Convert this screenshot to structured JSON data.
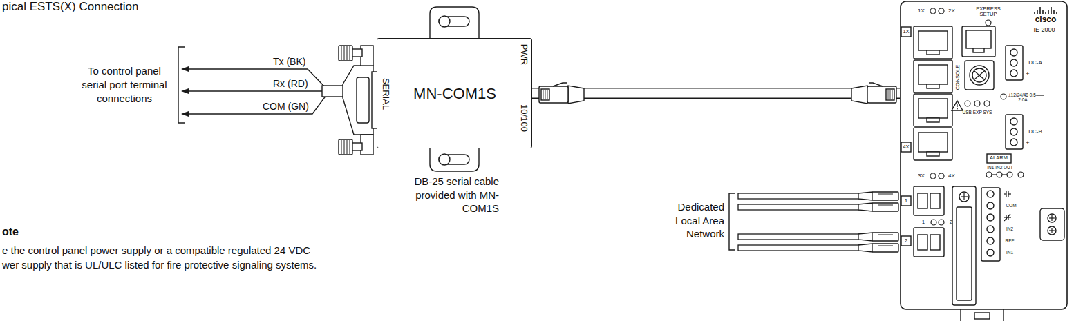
{
  "diagram": {
    "title": "pical ESTS(X) Connection",
    "nodes": [
      {
        "text": [
          "SERIAL",
          "MN-COM1S",
          "PWR",
          "10/100"
        ]
      },
      {
        "text": [
          "1X",
          "2X",
          "EXPRESS SETUP",
          "cisco",
          "IE 2000",
          "1X",
          "–",
          "DC-A",
          "+",
          "CONSOLE",
          "USB EXP SYS",
          "±12/24/48 0.5-2.0A",
          "–",
          "DC-B",
          "+",
          "4X",
          "ALARM",
          "IN1 IN2 OUT",
          "3X",
          "4X",
          "1",
          "1",
          "2",
          "COM",
          "IN2",
          "REF",
          "IN1",
          "2"
        ]
      }
    ],
    "edges": [
      {
        "from": 0,
        "to": 1,
        "arrow": "none"
      }
    ],
    "labels": [
      "To control panel serial port terminal connections",
      "Tx (BK)",
      "Rx (RD)",
      "COM (GN)",
      "DB-25 serial cable provided with MN-COM1S",
      "Dedicated Local Area Network",
      "ote",
      "e the control panel power supply or a compatible regulated 24 VDC",
      "wer supply that is UL/ULC listed for fire protective signaling systems."
    ]
  }
}
